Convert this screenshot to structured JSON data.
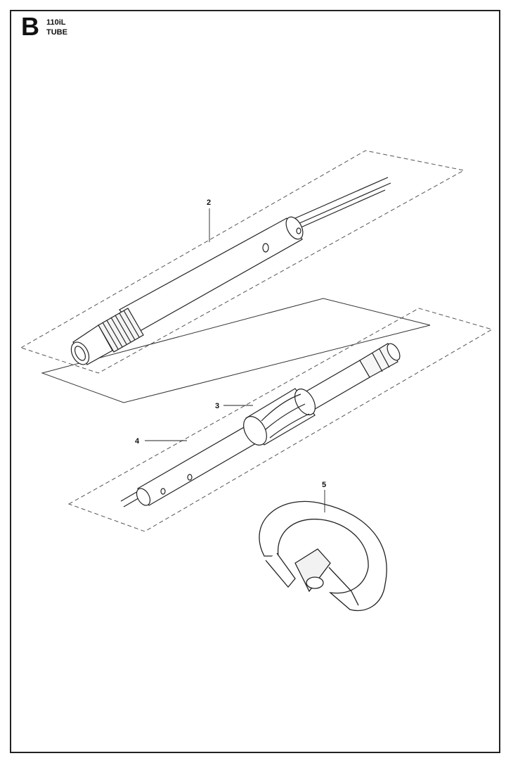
{
  "header": {
    "section_letter": "B",
    "model": "110iL",
    "title": "TUBE"
  },
  "callouts": [
    "2",
    "3",
    "4",
    "5"
  ],
  "colors": {
    "line": "#222222",
    "dash": "#555555"
  }
}
